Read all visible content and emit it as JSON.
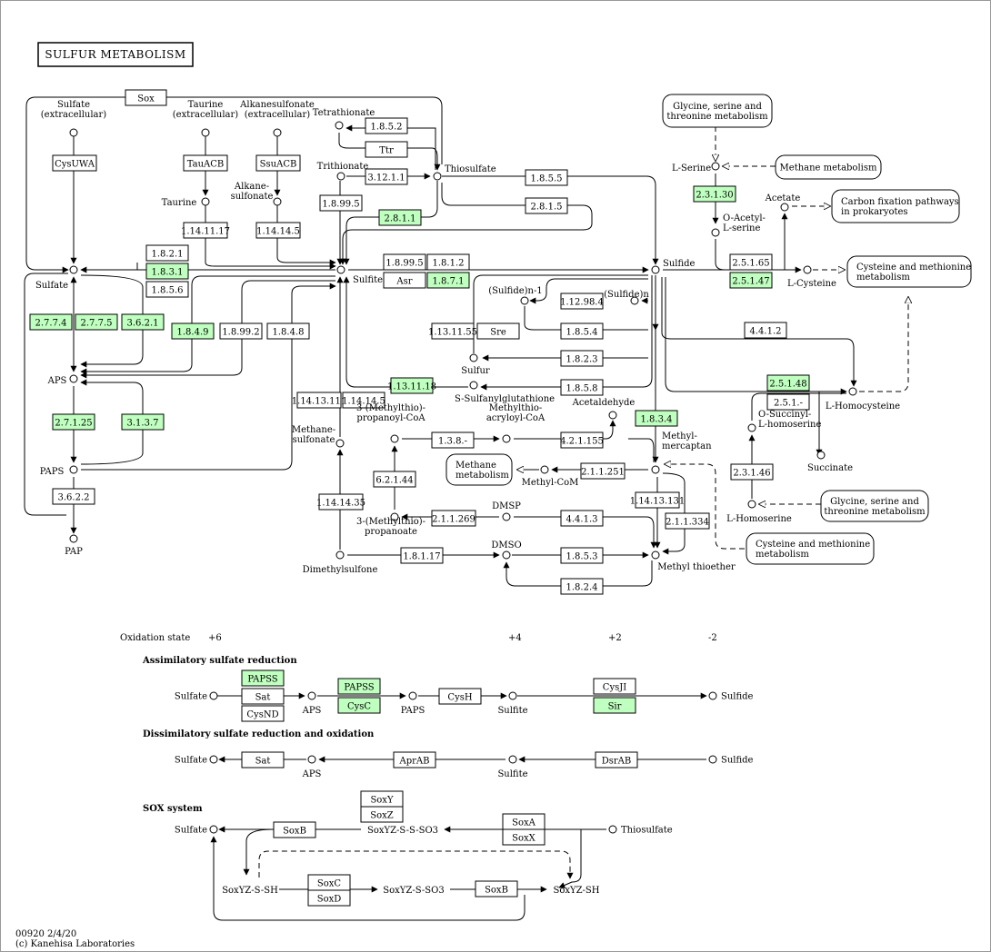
{
  "title": "SULFUR METABOLISM",
  "footer": {
    "code": "00920 2/4/20",
    "copyright": "(c) Kanehisa Laboratories"
  },
  "oxidation_state": {
    "label": "Oxidation state",
    "values": [
      "+6",
      "+4",
      "+2",
      "-2"
    ]
  },
  "sections": {
    "assimilatory": "Assimilatory sulfate reduction",
    "dissimilatory": "Dissimilatory sulfate reduction and oxidation",
    "sox": "SOX system"
  },
  "colors": {
    "highlight": "#bfffbf",
    "line": "#000000"
  },
  "compounds": [
    {
      "id": "c_sulfate_ext",
      "label": "Sulfate\n(extracellular)"
    },
    {
      "id": "c_taurine_ext",
      "label": "Taurine\n(extracellular)"
    },
    {
      "id": "c_alkane_ext",
      "label": "Alkanesulfonate\n(extracellular)"
    },
    {
      "id": "c_tetrathionate",
      "label": "Tetrathionate"
    },
    {
      "id": "c_trithionate",
      "label": "Trithionate"
    },
    {
      "id": "c_thiosulfate",
      "label": "Thiosulfate"
    },
    {
      "id": "c_taurine",
      "label": "Taurine"
    },
    {
      "id": "c_alkane",
      "label": "Alkane-\nsulfonate"
    },
    {
      "id": "c_sulfate",
      "label": "Sulfate"
    },
    {
      "id": "c_sulfite",
      "label": "Sulfite"
    },
    {
      "id": "c_sulfide",
      "label": "Sulfide"
    },
    {
      "id": "c_aps",
      "label": "APS"
    },
    {
      "id": "c_paps",
      "label": "PAPS"
    },
    {
      "id": "c_pap",
      "label": "PAP"
    },
    {
      "id": "c_sulfide_n1",
      "label": "(Sulfide)n-1"
    },
    {
      "id": "c_sulfide_n",
      "label": "(Sulfide)n"
    },
    {
      "id": "c_sulfur",
      "label": "Sulfur"
    },
    {
      "id": "c_ssg",
      "label": "S-Sulfanylglutathione"
    },
    {
      "id": "c_acetaldehyde",
      "label": "Acetaldehyde"
    },
    {
      "id": "c_methanesulfonate",
      "label": "Methane-\nsulfonate"
    },
    {
      "id": "c_mtpcoa",
      "label": "3-(Methylthio)-\npropanoyl-CoA"
    },
    {
      "id": "c_mtacoa",
      "label": "Methylthio-\nacryloyl-CoA"
    },
    {
      "id": "c_methanethiol",
      "label": "Methyl-\nmercaptan"
    },
    {
      "id": "c_methylcom",
      "label": "Methyl-CoM"
    },
    {
      "id": "c_dmsp",
      "label": "DMSP"
    },
    {
      "id": "c_mtp",
      "label": "3-(Methylthio)-\npropanoate"
    },
    {
      "id": "c_dmso",
      "label": "DMSO"
    },
    {
      "id": "c_dimethylsulfone",
      "label": "Dimethylsulfone"
    },
    {
      "id": "c_dms",
      "label": "Methyl thioether"
    },
    {
      "id": "c_lserine",
      "label": "L-Serine"
    },
    {
      "id": "c_oacetyl",
      "label": "O-Acetyl-\nL-serine"
    },
    {
      "id": "c_acetate",
      "label": "Acetate"
    },
    {
      "id": "c_lcysteine",
      "label": "L-Cysteine"
    },
    {
      "id": "c_lhomocysteine",
      "label": "L-Homocysteine"
    },
    {
      "id": "c_osuccinyl",
      "label": "O-Succinyl-\nL-homoserine"
    },
    {
      "id": "c_succinate",
      "label": "Succinate"
    },
    {
      "id": "c_lhomoserine",
      "label": "L-Homoserine"
    }
  ],
  "enzymes": [
    {
      "id": "e_sox",
      "label": "Sox",
      "hl": false
    },
    {
      "id": "e_cysuwa",
      "label": "CysUWA",
      "hl": false
    },
    {
      "id": "e_tauabc",
      "label": "TauACB",
      "hl": false
    },
    {
      "id": "e_ssuabc",
      "label": "SsuACB",
      "hl": false
    },
    {
      "id": "e_1852",
      "label": "1.8.5.2",
      "hl": false
    },
    {
      "id": "e_ttr",
      "label": "Ttr",
      "hl": false
    },
    {
      "id": "e_31211",
      "label": "3.12.1.1",
      "hl": false
    },
    {
      "id": "e_18995a",
      "label": "1.8.99.5",
      "hl": false
    },
    {
      "id": "e_2811",
      "label": "2.8.1.1",
      "hl": true
    },
    {
      "id": "e_1855",
      "label": "1.8.5.5",
      "hl": false
    },
    {
      "id": "e_2815",
      "label": "2.8.1.5",
      "hl": false
    },
    {
      "id": "e_1141117",
      "label": "1.14.11.17",
      "hl": false
    },
    {
      "id": "e_114145a",
      "label": "1.14.14.5",
      "hl": false
    },
    {
      "id": "e_1821",
      "label": "1.8.2.1",
      "hl": false
    },
    {
      "id": "e_1831",
      "label": "1.8.3.1",
      "hl": true
    },
    {
      "id": "e_1856",
      "label": "1.8.5.6",
      "hl": false
    },
    {
      "id": "e_18995b",
      "label": "1.8.99.5",
      "hl": false
    },
    {
      "id": "e_1812",
      "label": "1.8.1.2",
      "hl": false
    },
    {
      "id": "e_asr",
      "label": "Asr",
      "hl": false
    },
    {
      "id": "e_1871",
      "label": "1.8.7.1",
      "hl": true
    },
    {
      "id": "e_2774",
      "label": "2.7.7.4",
      "hl": true
    },
    {
      "id": "e_2775",
      "label": "2.7.7.5",
      "hl": true
    },
    {
      "id": "e_3621",
      "label": "3.6.2.1",
      "hl": true
    },
    {
      "id": "e_1849",
      "label": "1.8.4.9",
      "hl": true
    },
    {
      "id": "e_18992",
      "label": "1.8.99.2",
      "hl": false
    },
    {
      "id": "e_1848",
      "label": "1.8.4.8",
      "hl": false
    },
    {
      "id": "e_112984",
      "label": "1.12.98.4",
      "hl": false
    },
    {
      "id": "e_1854",
      "label": "1.8.5.4",
      "hl": false
    },
    {
      "id": "e_113114",
      "label": "1.13.11.55",
      "hl": false
    },
    {
      "id": "e_sre",
      "label": "Sre",
      "hl": false
    },
    {
      "id": "e_1823",
      "label": "1.8.2.3",
      "hl": false
    },
    {
      "id": "e_1858",
      "label": "1.8.5.8",
      "hl": false
    },
    {
      "id": "e_1131118",
      "label": "1.13.11.18",
      "hl": true
    },
    {
      "id": "e_27125",
      "label": "2.7.1.25",
      "hl": true
    },
    {
      "id": "e_3137",
      "label": "3.1.3.7",
      "hl": true
    },
    {
      "id": "e_3622",
      "label": "3.6.2.2",
      "hl": false
    },
    {
      "id": "e_1141311",
      "label": "1.14.13.111",
      "hl": false
    },
    {
      "id": "e_114145b",
      "label": "1.14.14.5",
      "hl": false
    },
    {
      "id": "e_1141435",
      "label": "1.14.14.35",
      "hl": false
    },
    {
      "id": "e_138",
      "label": "1.3.8.-",
      "hl": false
    },
    {
      "id": "e_421155",
      "label": "4.2.1.155",
      "hl": false
    },
    {
      "id": "e_1834",
      "label": "1.8.3.4",
      "hl": true
    },
    {
      "id": "e_62144",
      "label": "6.2.1.44",
      "hl": false
    },
    {
      "id": "e_211251",
      "label": "2.1.1.251",
      "hl": false
    },
    {
      "id": "e_1141313",
      "label": "1.14.13.131",
      "hl": false
    },
    {
      "id": "e_211269",
      "label": "2.1.1.269",
      "hl": false
    },
    {
      "id": "e_4413",
      "label": "4.4.1.3",
      "hl": false
    },
    {
      "id": "e_211334",
      "label": "2.1.1.334",
      "hl": false
    },
    {
      "id": "e_18117",
      "label": "1.8.1.17",
      "hl": false
    },
    {
      "id": "e_1853",
      "label": "1.8.5.3",
      "hl": false
    },
    {
      "id": "e_1824",
      "label": "1.8.2.4",
      "hl": false
    },
    {
      "id": "e_23130",
      "label": "2.3.1.30",
      "hl": true
    },
    {
      "id": "e_25165",
      "label": "2.5.1.65",
      "hl": false
    },
    {
      "id": "e_25147",
      "label": "2.5.1.47",
      "hl": true
    },
    {
      "id": "e_4412",
      "label": "4.4.1.2",
      "hl": false
    },
    {
      "id": "e_25148",
      "label": "2.5.1.48",
      "hl": true
    },
    {
      "id": "e_251",
      "label": "2.5.1.-",
      "hl": false
    },
    {
      "id": "e_23146",
      "label": "2.3.1.46",
      "hl": false
    }
  ],
  "maps": [
    {
      "id": "m_gly1",
      "label": "Glycine, serine and\nthreonine metabolism"
    },
    {
      "id": "m_methane1",
      "label": "Methane metabolism"
    },
    {
      "id": "m_carbon",
      "label": "Carbon fixation pathways\nin prokaryotes"
    },
    {
      "id": "m_cys1",
      "label": "Cysteine and methionine\nmetabolism"
    },
    {
      "id": "m_methane2",
      "label": "Methane\nmetabolism"
    },
    {
      "id": "m_gly2",
      "label": "Glycine, serine and\nthreonine metabolism"
    },
    {
      "id": "m_cys2",
      "label": "Cysteine and methionine\nmetabolism"
    }
  ],
  "modules": {
    "assim_compounds": [
      "Sulfate",
      "APS",
      "PAPS",
      "Sulfite",
      "Sulfide"
    ],
    "assim_enzymes": [
      {
        "id": "a_papss1",
        "label": "PAPSS",
        "hl": true
      },
      {
        "id": "a_sat",
        "label": "Sat",
        "hl": false
      },
      {
        "id": "a_cysnd",
        "label": "CysND",
        "hl": false
      },
      {
        "id": "a_papss2",
        "label": "PAPSS",
        "hl": true
      },
      {
        "id": "a_cysc",
        "label": "CysC",
        "hl": true
      },
      {
        "id": "a_cysh",
        "label": "CysH",
        "hl": false
      },
      {
        "id": "a_cysji",
        "label": "CysJI",
        "hl": false
      },
      {
        "id": "a_sir",
        "label": "Sir",
        "hl": true
      }
    ],
    "dissim_compounds": [
      "Sulfate",
      "APS",
      "Sulfite",
      "Sulfide"
    ],
    "dissim_enzymes": [
      {
        "id": "d_sat",
        "label": "Sat",
        "hl": false
      },
      {
        "id": "d_aprab",
        "label": "AprAB",
        "hl": false
      },
      {
        "id": "d_dsrab",
        "label": "DsrAB",
        "hl": false
      }
    ],
    "sox_compounds": [
      "Sulfate",
      "SoxYZ-S-S-SO3",
      "Thiosulfate",
      "SoxYZ-S-SH",
      "SoxYZ-S-SO3",
      "SoxYZ-SH"
    ],
    "sox_enzymes": [
      {
        "id": "s_soxb1",
        "label": "SoxB",
        "hl": false
      },
      {
        "id": "s_soxy",
        "label": "SoxY",
        "hl": false
      },
      {
        "id": "s_soxz",
        "label": "SoxZ",
        "hl": false
      },
      {
        "id": "s_soxa",
        "label": "SoxA",
        "hl": false
      },
      {
        "id": "s_soxx",
        "label": "SoxX",
        "hl": false
      },
      {
        "id": "s_soxc",
        "label": "SoxC",
        "hl": false
      },
      {
        "id": "s_soxd",
        "label": "SoxD",
        "hl": false
      },
      {
        "id": "s_soxb2",
        "label": "SoxB",
        "hl": false
      }
    ]
  }
}
